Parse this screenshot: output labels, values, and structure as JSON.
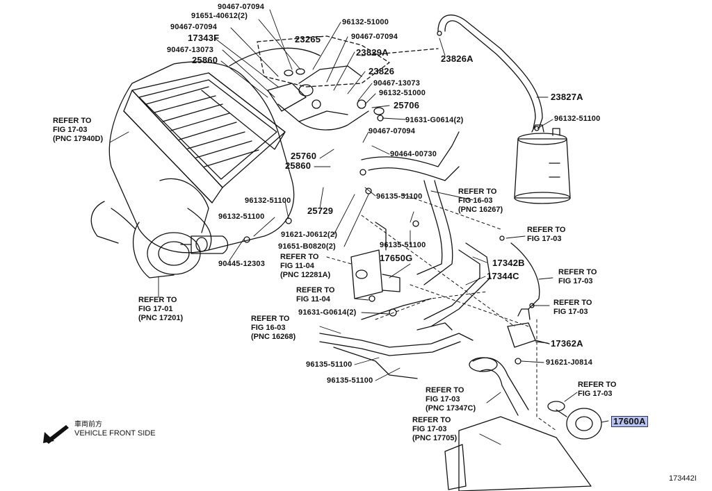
{
  "labels": {
    "p90467_07094_a": "90467-07094",
    "p91651_40612": "91651-40612(2)",
    "p90467_07094_b": "90467-07094",
    "p17343F": "17343F",
    "p90467_13073_a": "90467-13073",
    "p25860_a": "25860",
    "p96132_51000_a": "96132-51000",
    "p90467_07094_c": "90467-07094",
    "p23265": "23265",
    "p23829A": "23829A",
    "p23826": "23826",
    "p90467_13073_b": "90467-13073",
    "p96132_51000_b": "96132-51000",
    "p25706": "25706",
    "p23826A": "23826A",
    "p23827A": "23827A",
    "p96132_51100_a": "96132-51100",
    "p91631_G0614_a": "91631-G0614(2)",
    "p90467_07094_d": "90467-07094",
    "p90464_00730": "90464-00730",
    "p25760": "25760",
    "p25860_b": "25860",
    "p91621_J0612": "91621-J0612(2)",
    "p91651_B0820": "91651-B0820(2)",
    "p96135_51100_a": "96135-51100",
    "p96135_51100_b": "96135-51100",
    "p96132_51100_b": "96132-51100",
    "p96132_51100_c": "96132-51100",
    "p25729": "25729",
    "p90445_12303": "90445-12303",
    "p17650G": "17650G",
    "p17342B": "17342B",
    "p17344C": "17344C",
    "p91631_G0614_b": "91631-G0614(2)",
    "p17362A": "17362A",
    "p91621_J0814": "91621-J0814",
    "p96135_51100_c": "96135-51100",
    "p96135_51100_d": "96135-51100",
    "p17600A": "17600A"
  },
  "refs": {
    "r1": [
      "REFER TO",
      "FIG 17-03",
      "(PNC 17940D)"
    ],
    "r2": [
      "REFER TO",
      "FIG 17-01",
      "(PNC 17201)"
    ],
    "r3": [
      "REFER TO",
      "FIG 16-03",
      "(PNC 16267)"
    ],
    "r4": [
      "REFER TO",
      "FIG 11-04",
      "(PNC 12281A)"
    ],
    "r5": [
      "REFER TO",
      "FIG 11-04"
    ],
    "r6": [
      "REFER TO",
      "FIG 16-03",
      "(PNC 16268)"
    ],
    "r7": [
      "REFER TO",
      "FIG 17-03"
    ],
    "r8": [
      "REFER TO",
      "FIG 17-03"
    ],
    "r9": [
      "REFER TO",
      "FIG 17-03"
    ],
    "r10": [
      "REFER TO",
      "FIG 17-03"
    ],
    "r11": [
      "REFER TO",
      "FIG 17-03",
      "(PNC 17347C)"
    ],
    "r12": [
      "REFER TO",
      "FIG 17-03",
      "(PNC 17705)"
    ]
  },
  "legend": {
    "japanese": "車両前方",
    "english": "VEHICLE FRONT SIDE",
    "arrow_icon": "front-arrow-icon"
  },
  "diagram_code": "173442I",
  "colors": {
    "highlight_fill": "#b8c2ee",
    "highlight_border": "#2b2f7a",
    "line": "#111111"
  }
}
